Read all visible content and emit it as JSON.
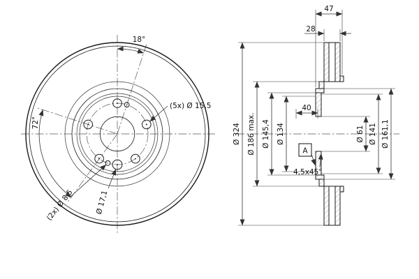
{
  "front_view": {
    "angle_between_holes": "18°",
    "bolt_spacing_angle": "72°",
    "bolt_holes_label": "(5x) Ø 15,5",
    "pin_holes_label": "(2x) Ø 8,5",
    "hole_label": "Ø 17,1"
  },
  "section_view": {
    "total_width": "47",
    "disc_thickness": "28",
    "hat_dim": "40",
    "outer_diameter": "Ø 324",
    "dia_186": "Ø 186 max.",
    "dia_145_4": "Ø 145,4",
    "dia_134": "Ø 134",
    "dia_61": "Ø 61",
    "dia_141": "Ø 141",
    "dia_161_1": "Ø 161,1",
    "datum": "A",
    "chamfer": "4,5x45°"
  },
  "colors": {
    "outline": "#1a1a1a",
    "dimension": "#333333",
    "hatch": "#777777",
    "background": "#ffffff"
  }
}
